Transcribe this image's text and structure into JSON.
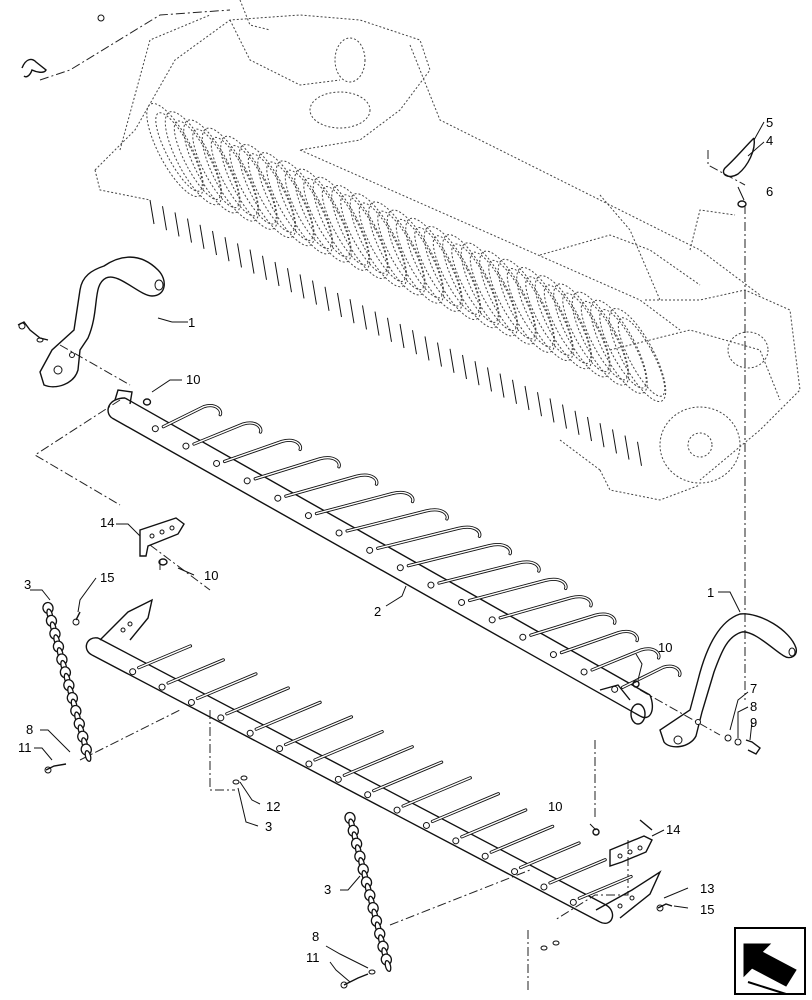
{
  "callouts": [
    "1",
    "1",
    "2",
    "3",
    "3",
    "3",
    "4",
    "5",
    "6",
    "7",
    "8",
    "8",
    "8",
    "9",
    "10",
    "10",
    "10",
    "10",
    "11",
    "11",
    "12",
    "13",
    "14",
    "14",
    "15",
    "15"
  ],
  "nav_icon": "arrow-back-icon",
  "colors": {
    "ink": "#111111",
    "background": "#ffffff"
  }
}
